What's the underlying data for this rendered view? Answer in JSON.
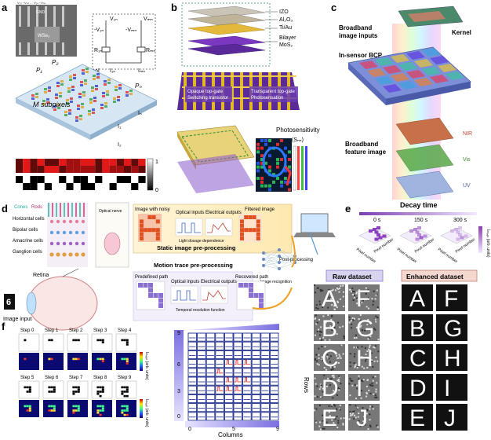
{
  "panels": {
    "a": {
      "letter": "a",
      "chip_labels": {
        "gnd": "GND",
        "top_lines": "V₁ₙ ~Vₙₙ … V₁ₙ ~Vₙₙ",
        "wse2": "WSe₂"
      },
      "circuit_labels": {
        "v1n": "V₁ₙ",
        "vmn": "Vₘₙ",
        "neg_v1n": "-V₁ₙ",
        "neg_vmn": "-Vₘₙ",
        "r1n": "R₁ₙ",
        "rmn": "Rₘₙ",
        "i1n": "I₁ₙ",
        "imn": "Iₘₙ",
        "nth_pixel": "nth pixel"
      },
      "array_labels": {
        "p1": "P₁",
        "p2": "P₂",
        "pn": "Pₙ",
        "m_subpixels": "M subpixels",
        "in": "Iₙ",
        "i1": "I₁",
        "i2": "I₂"
      },
      "colorbar": {
        "max": "1",
        "min": "0"
      }
    },
    "b": {
      "letter": "b",
      "layers": [
        "IZO",
        "Al₂O₃",
        "Ti/Au",
        "Bilayer",
        "MoS₂"
      ],
      "callouts": [
        "Opaque top-gate",
        "Switching transistor",
        "Transparent top-gate",
        "Photosensation"
      ],
      "photo_title": "Photosensitivity",
      "photo_unit": "(Sₙₙ)"
    },
    "c": {
      "letter": "c",
      "broadband_inputs": "Broadband image inputs",
      "kernel": "Kernel",
      "in_sensor": "In-sensor BCP",
      "broadband_feature": "Broadband feature image",
      "bands": [
        "NIR",
        "Vis",
        "UV"
      ]
    },
    "d": {
      "letter": "d",
      "retina_cells": [
        "Cones",
        "Rods",
        "Horizontal cells",
        "Bipolar cells",
        "Amacrine cells",
        "Ganglion cells"
      ],
      "retina": "Retina",
      "image_input": "Image input",
      "optical_nerve": "Optical nerve",
      "top_row": [
        "Image with noisy",
        "Optical inputs",
        "Electrical outputs",
        "Filtered image"
      ],
      "light_dose": "Light dosage dependence",
      "static": "Static image pre-processing",
      "motion": "Motion trace pre-processing",
      "post": "Post-processing",
      "recognition": "Image recognition",
      "bottom_row": [
        "Predefined path",
        "Optical inputs",
        "Electrical outputs",
        "Recovered path"
      ],
      "temporal": "Temporal resolution function"
    },
    "e": {
      "letter": "e",
      "decay_title": "Decay time",
      "times": [
        "0 s",
        "150 s",
        "300 s"
      ],
      "axis": "Pixel number",
      "cbar_label": "Iₘₑₐₙ (arb. units)",
      "raw": "Raw dataset",
      "enhanced": "Enhanced dataset",
      "letters": [
        "A",
        "F",
        "B",
        "G",
        "C",
        "H",
        "D",
        "I",
        "E",
        "J"
      ]
    },
    "f": {
      "letter": "f",
      "steps": [
        "Step 0",
        "Step 1",
        "Step 2",
        "Step 3",
        "Step 4",
        "Step 5",
        "Step 6",
        "Step 7",
        "Step 8",
        "Step 9"
      ],
      "cbar_label": "Iₘₑₐₙ (arb. units)",
      "rows_label": "Rows",
      "cols_label": "Columns",
      "row_ticks": [
        "0",
        "3",
        "6",
        "9"
      ],
      "col_ticks": [
        "0",
        "5",
        "9"
      ]
    }
  },
  "colors": {
    "purple": "#9b6fd0",
    "blue_panel": "#6c7fd0",
    "red_pixel": "#e02020",
    "navy": "#0a1a8a",
    "gold": "#e5b82a"
  }
}
